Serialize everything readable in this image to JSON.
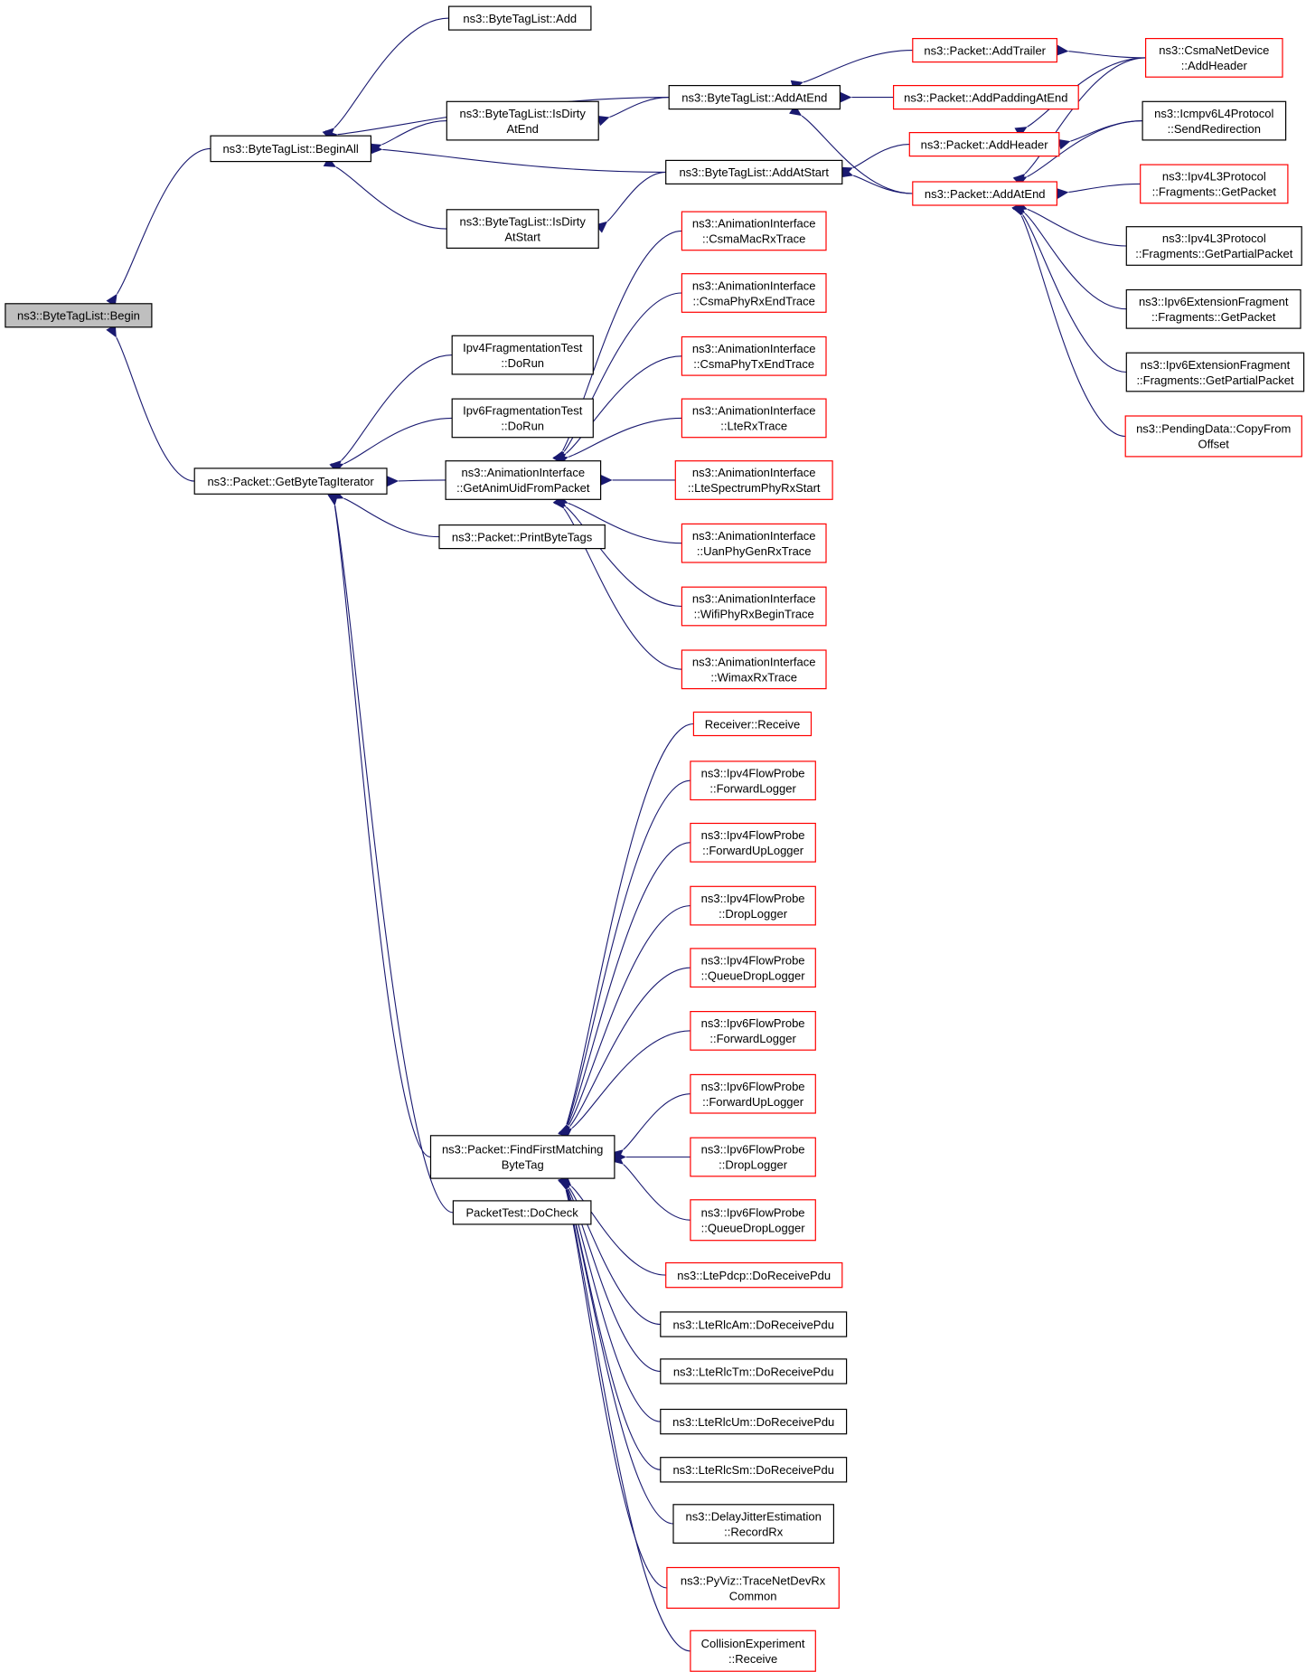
{
  "nodes": [
    {
      "id": "begin",
      "lines": [
        "ns3::ByteTagList::Begin"
      ],
      "border": "root"
    },
    {
      "id": "beginall",
      "lines": [
        "ns3::ByteTagList::BeginAll"
      ],
      "border": "black"
    },
    {
      "id": "getbytetagiter",
      "lines": [
        "ns3::Packet::GetByteTagIterator"
      ],
      "border": "black"
    },
    {
      "id": "btl_add",
      "lines": [
        "ns3::ByteTagList::Add"
      ],
      "border": "black"
    },
    {
      "id": "isdirtyatend",
      "lines": [
        "ns3::ByteTagList::IsDirty",
        "AtEnd"
      ],
      "border": "black"
    },
    {
      "id": "isdirtyatstart",
      "lines": [
        "ns3::ByteTagList::IsDirty",
        "AtStart"
      ],
      "border": "black"
    },
    {
      "id": "btl_addatend",
      "lines": [
        "ns3::ByteTagList::AddAtEnd"
      ],
      "border": "black"
    },
    {
      "id": "btl_addatstart",
      "lines": [
        "ns3::ByteTagList::AddAtStart"
      ],
      "border": "black"
    },
    {
      "id": "p_addtrailer",
      "lines": [
        "ns3::Packet::AddTrailer"
      ],
      "border": "red"
    },
    {
      "id": "p_addpaddingatend",
      "lines": [
        "ns3::Packet::AddPaddingAtEnd"
      ],
      "border": "red"
    },
    {
      "id": "p_addheader",
      "lines": [
        "ns3::Packet::AddHeader"
      ],
      "border": "red"
    },
    {
      "id": "p_addatend",
      "lines": [
        "ns3::Packet::AddAtEnd"
      ],
      "border": "red"
    },
    {
      "id": "csma_addheader",
      "lines": [
        "ns3::CsmaNetDevice",
        "::AddHeader"
      ],
      "border": "red"
    },
    {
      "id": "icmpv6_sendredir",
      "lines": [
        "ns3::Icmpv6L4Protocol",
        "::SendRedirection"
      ],
      "border": "black"
    },
    {
      "id": "ipv4l3_getpacket",
      "lines": [
        "ns3::Ipv4L3Protocol",
        "::Fragments::GetPacket"
      ],
      "border": "red"
    },
    {
      "id": "ipv4l3_getpartial",
      "lines": [
        "ns3::Ipv4L3Protocol",
        "::Fragments::GetPartialPacket"
      ],
      "border": "black"
    },
    {
      "id": "ipv6ext_getpacket",
      "lines": [
        "ns3::Ipv6ExtensionFragment",
        "::Fragments::GetPacket"
      ],
      "border": "black"
    },
    {
      "id": "ipv6ext_getpartial",
      "lines": [
        "ns3::Ipv6ExtensionFragment",
        "::Fragments::GetPartialPacket"
      ],
      "border": "black"
    },
    {
      "id": "pending_copy",
      "lines": [
        "ns3::PendingData::CopyFrom",
        "Offset"
      ],
      "border": "red"
    },
    {
      "id": "ipv4frag_dorun",
      "lines": [
        "Ipv4FragmentationTest",
        "::DoRun"
      ],
      "border": "black"
    },
    {
      "id": "ipv6frag_dorun",
      "lines": [
        "Ipv6FragmentationTest",
        "::DoRun"
      ],
      "border": "black"
    },
    {
      "id": "anim_getuid",
      "lines": [
        "ns3::AnimationInterface",
        "::GetAnimUidFromPacket"
      ],
      "border": "black"
    },
    {
      "id": "printbytetags",
      "lines": [
        "ns3::Packet::PrintByteTags"
      ],
      "border": "black"
    },
    {
      "id": "anim_csmamacrx",
      "lines": [
        "ns3::AnimationInterface",
        "::CsmaMacRxTrace"
      ],
      "border": "red"
    },
    {
      "id": "anim_csmaphyrxend",
      "lines": [
        "ns3::AnimationInterface",
        "::CsmaPhyRxEndTrace"
      ],
      "border": "red"
    },
    {
      "id": "anim_csmaphytxend",
      "lines": [
        "ns3::AnimationInterface",
        "::CsmaPhyTxEndTrace"
      ],
      "border": "red"
    },
    {
      "id": "anim_lterx",
      "lines": [
        "ns3::AnimationInterface",
        "::LteRxTrace"
      ],
      "border": "red"
    },
    {
      "id": "anim_ltespectrum",
      "lines": [
        "ns3::AnimationInterface",
        "::LteSpectrumPhyRxStart"
      ],
      "border": "red"
    },
    {
      "id": "anim_uanphy",
      "lines": [
        "ns3::AnimationInterface",
        "::UanPhyGenRxTrace"
      ],
      "border": "red"
    },
    {
      "id": "anim_wifiphy",
      "lines": [
        "ns3::AnimationInterface",
        "::WifiPhyRxBeginTrace"
      ],
      "border": "red"
    },
    {
      "id": "anim_wimax",
      "lines": [
        "ns3::AnimationInterface",
        "::WimaxRxTrace"
      ],
      "border": "red"
    },
    {
      "id": "findfirst",
      "lines": [
        "ns3::Packet::FindFirstMatching",
        "ByteTag"
      ],
      "border": "black"
    },
    {
      "id": "packettest_docheck",
      "lines": [
        "PacketTest::DoCheck"
      ],
      "border": "black"
    },
    {
      "id": "receiver_receive",
      "lines": [
        "Receiver::Receive"
      ],
      "border": "red"
    },
    {
      "id": "ipv4fp_fwd",
      "lines": [
        "ns3::Ipv4FlowProbe",
        "::ForwardLogger"
      ],
      "border": "red"
    },
    {
      "id": "ipv4fp_fwdup",
      "lines": [
        "ns3::Ipv4FlowProbe",
        "::ForwardUpLogger"
      ],
      "border": "red"
    },
    {
      "id": "ipv4fp_drop",
      "lines": [
        "ns3::Ipv4FlowProbe",
        "::DropLogger"
      ],
      "border": "red"
    },
    {
      "id": "ipv4fp_qdrop",
      "lines": [
        "ns3::Ipv4FlowProbe",
        "::QueueDropLogger"
      ],
      "border": "red"
    },
    {
      "id": "ipv6fp_fwd",
      "lines": [
        "ns3::Ipv6FlowProbe",
        "::ForwardLogger"
      ],
      "border": "red"
    },
    {
      "id": "ipv6fp_fwdup",
      "lines": [
        "ns3::Ipv6FlowProbe",
        "::ForwardUpLogger"
      ],
      "border": "red"
    },
    {
      "id": "ipv6fp_drop",
      "lines": [
        "ns3::Ipv6FlowProbe",
        "::DropLogger"
      ],
      "border": "red"
    },
    {
      "id": "ipv6fp_qdrop",
      "lines": [
        "ns3::Ipv6FlowProbe",
        "::QueueDropLogger"
      ],
      "border": "red"
    },
    {
      "id": "ltepdcp",
      "lines": [
        "ns3::LtePdcp::DoReceivePdu"
      ],
      "border": "red"
    },
    {
      "id": "lterlcam",
      "lines": [
        "ns3::LteRlcAm::DoReceivePdu"
      ],
      "border": "black"
    },
    {
      "id": "lterlctm",
      "lines": [
        "ns3::LteRlcTm::DoReceivePdu"
      ],
      "border": "black"
    },
    {
      "id": "lterlcum",
      "lines": [
        "ns3::LteRlcUm::DoReceivePdu"
      ],
      "border": "black"
    },
    {
      "id": "lterlcsm",
      "lines": [
        "ns3::LteRlcSm::DoReceivePdu"
      ],
      "border": "black"
    },
    {
      "id": "delayjitter",
      "lines": [
        "ns3::DelayJitterEstimation",
        "::RecordRx"
      ],
      "border": "black"
    },
    {
      "id": "pyviz",
      "lines": [
        "ns3::PyViz::TraceNetDevRx",
        "Common"
      ],
      "border": "red"
    },
    {
      "id": "collision",
      "lines": [
        "CollisionExperiment",
        "::Receive"
      ],
      "border": "red"
    }
  ],
  "edges": [
    [
      "beginall",
      "begin"
    ],
    [
      "getbytetagiter",
      "begin"
    ],
    [
      "btl_add",
      "beginall"
    ],
    [
      "btl_addatend",
      "beginall"
    ],
    [
      "isdirtyatend",
      "beginall"
    ],
    [
      "btl_addatstart",
      "beginall"
    ],
    [
      "isdirtyatstart",
      "beginall"
    ],
    [
      "btl_addatend",
      "isdirtyatend"
    ],
    [
      "btl_addatstart",
      "isdirtyatstart"
    ],
    [
      "p_addtrailer",
      "btl_addatend"
    ],
    [
      "p_addpaddingatend",
      "btl_addatend"
    ],
    [
      "p_addatend",
      "btl_addatend"
    ],
    [
      "p_addheader",
      "btl_addatstart"
    ],
    [
      "p_addatend",
      "btl_addatstart"
    ],
    [
      "csma_addheader",
      "p_addtrailer"
    ],
    [
      "csma_addheader",
      "p_addheader"
    ],
    [
      "icmpv6_sendredir",
      "p_addheader"
    ],
    [
      "csma_addheader",
      "p_addatend"
    ],
    [
      "icmpv6_sendredir",
      "p_addatend"
    ],
    [
      "ipv4l3_getpacket",
      "p_addatend"
    ],
    [
      "ipv4l3_getpartial",
      "p_addatend"
    ],
    [
      "ipv6ext_getpacket",
      "p_addatend"
    ],
    [
      "ipv6ext_getpartial",
      "p_addatend"
    ],
    [
      "pending_copy",
      "p_addatend"
    ],
    [
      "ipv4frag_dorun",
      "getbytetagiter"
    ],
    [
      "ipv6frag_dorun",
      "getbytetagiter"
    ],
    [
      "anim_getuid",
      "getbytetagiter"
    ],
    [
      "printbytetags",
      "getbytetagiter"
    ],
    [
      "findfirst",
      "getbytetagiter"
    ],
    [
      "packettest_docheck",
      "getbytetagiter"
    ],
    [
      "anim_csmamacrx",
      "anim_getuid"
    ],
    [
      "anim_csmaphyrxend",
      "anim_getuid"
    ],
    [
      "anim_csmaphytxend",
      "anim_getuid"
    ],
    [
      "anim_lterx",
      "anim_getuid"
    ],
    [
      "anim_ltespectrum",
      "anim_getuid"
    ],
    [
      "anim_uanphy",
      "anim_getuid"
    ],
    [
      "anim_wifiphy",
      "anim_getuid"
    ],
    [
      "anim_wimax",
      "anim_getuid"
    ],
    [
      "receiver_receive",
      "findfirst"
    ],
    [
      "ipv4fp_fwd",
      "findfirst"
    ],
    [
      "ipv4fp_fwdup",
      "findfirst"
    ],
    [
      "ipv4fp_drop",
      "findfirst"
    ],
    [
      "ipv4fp_qdrop",
      "findfirst"
    ],
    [
      "ipv6fp_fwd",
      "findfirst"
    ],
    [
      "ipv6fp_fwdup",
      "findfirst"
    ],
    [
      "ipv6fp_drop",
      "findfirst"
    ],
    [
      "ipv6fp_qdrop",
      "findfirst"
    ],
    [
      "ltepdcp",
      "findfirst"
    ],
    [
      "lterlcam",
      "findfirst"
    ],
    [
      "lterlctm",
      "findfirst"
    ],
    [
      "lterlcum",
      "findfirst"
    ],
    [
      "lterlcsm",
      "findfirst"
    ],
    [
      "delayjitter",
      "findfirst"
    ],
    [
      "pyviz",
      "findfirst"
    ],
    [
      "collision",
      "findfirst"
    ]
  ]
}
